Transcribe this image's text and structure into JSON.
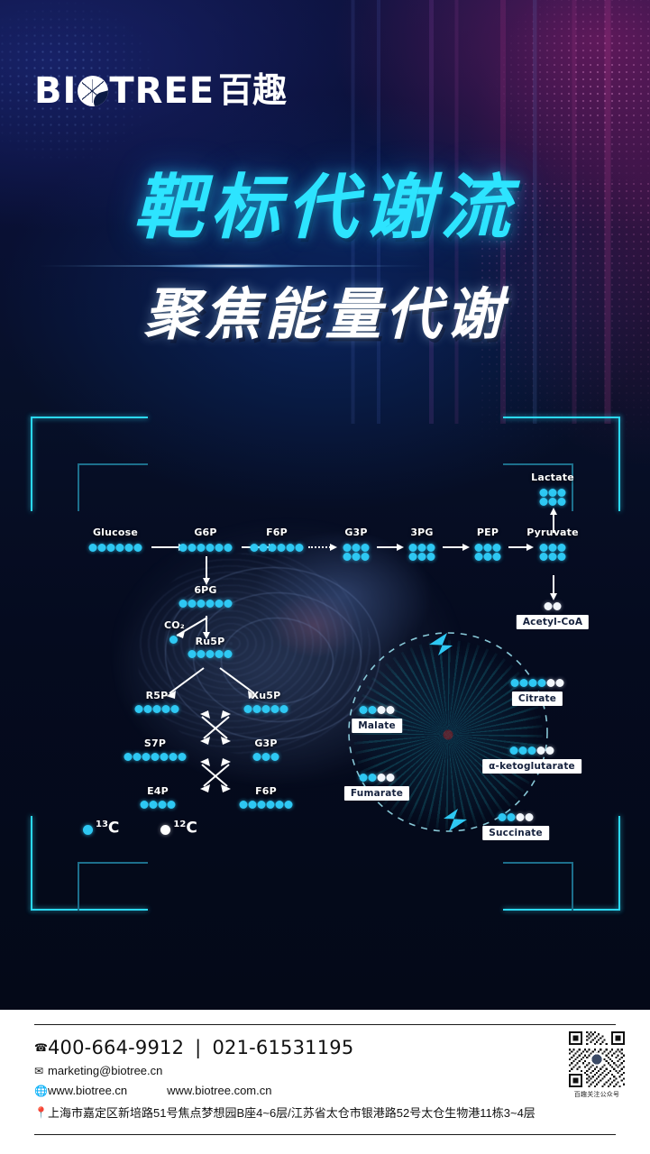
{
  "brand": {
    "logo_text": "BI",
    "logo_text2": "TREE",
    "logo_cn": "百趣",
    "logo_icon": "leaf-circle-icon"
  },
  "title": {
    "main": "靶标代谢流",
    "sub": "聚焦能量代谢"
  },
  "diagram": {
    "glycolysis": [
      {
        "name": "Glucose",
        "dots": 6,
        "white": 0,
        "layout": "row"
      },
      {
        "name": "G6P",
        "dots": 6,
        "white": 0,
        "layout": "row"
      },
      {
        "name": "F6P",
        "dots": 6,
        "white": 0,
        "layout": "row"
      },
      {
        "name": "G3P",
        "dots": 6,
        "white": 0,
        "layout": "grid"
      },
      {
        "name": "3PG",
        "dots": 6,
        "white": 0,
        "layout": "grid"
      },
      {
        "name": "PEP",
        "dots": 6,
        "white": 0,
        "layout": "grid"
      },
      {
        "name": "Pyruvate",
        "dots": 6,
        "white": 0,
        "layout": "grid"
      }
    ],
    "lactate": {
      "name": "Lactate",
      "dots": 6,
      "white": 0,
      "layout": "grid"
    },
    "acetyl_coa": {
      "name": "Acetyl-CoA",
      "dots": 2,
      "white": 2,
      "layout": "row",
      "boxed": true
    },
    "ppp": [
      {
        "name": "6PG",
        "dots": 6,
        "white": 0,
        "layout": "row"
      },
      {
        "name": "CO₂",
        "dots": 1,
        "white": 0,
        "layout": "row"
      },
      {
        "name": "Ru5P",
        "dots": 5,
        "white": 0,
        "layout": "row"
      },
      {
        "name": "R5P",
        "dots": 5,
        "white": 0,
        "layout": "row"
      },
      {
        "name": "Xu5P",
        "dots": 5,
        "white": 0,
        "layout": "row"
      },
      {
        "name": "S7P",
        "dots": 7,
        "white": 0,
        "layout": "row"
      },
      {
        "name": "G3P",
        "dots": 3,
        "white": 0,
        "layout": "row"
      },
      {
        "name": "E4P",
        "dots": 4,
        "white": 0,
        "layout": "row"
      },
      {
        "name": "F6P",
        "dots": 6,
        "white": 0,
        "layout": "row"
      }
    ],
    "tca": [
      {
        "name": "Citrate",
        "dots": 6,
        "white": 2,
        "layout": "row",
        "boxed": true
      },
      {
        "name": "α-ketoglutarate",
        "dots": 5,
        "white": 2,
        "layout": "row",
        "boxed": true
      },
      {
        "name": "Succinate",
        "dots": 4,
        "white": 2,
        "layout": "row",
        "boxed": true
      },
      {
        "name": "Fumarate",
        "dots": 4,
        "white": 2,
        "layout": "row",
        "boxed": true
      },
      {
        "name": "Malate",
        "dots": 4,
        "white": 2,
        "layout": "row",
        "boxed": true
      }
    ],
    "legend": [
      {
        "isotope": "13",
        "element": "C",
        "color": "#2ec8f3"
      },
      {
        "isotope": "12",
        "element": "C",
        "color": "#ffffff"
      }
    ]
  },
  "footer": {
    "phone1": "400-664-9912",
    "separator": "|",
    "phone2": "021-61531195",
    "email": "marketing@biotree.cn",
    "web1": "www.biotree.cn",
    "web2": "www.biotree.com.cn",
    "address": "上海市嘉定区新培路51号焦点梦想园B座4~6层/江苏省太仓市银港路52号太仓生物港11栋3~4层",
    "qr_caption": "百趣关注公众号",
    "icons": {
      "phone": "phone-icon",
      "email": "envelope-icon",
      "web": "globe-icon",
      "address": "location-pin-icon"
    }
  },
  "theme": {
    "accent_cyan": "#2de4ff",
    "dot_cyan": "#2ec8f3",
    "dot_white": "#f2f6fb",
    "bg_dark": "#050b1f",
    "footer_bg": "#ffffff"
  }
}
